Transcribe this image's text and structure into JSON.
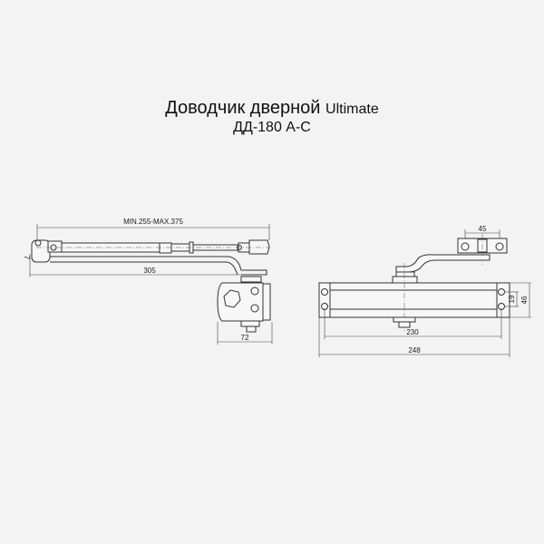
{
  "title": {
    "main": "Доводчик дверной",
    "model_name": "Ultimate",
    "model_code": "ДД-180 А-С"
  },
  "left_view": {
    "arm_length": "MIN.255-MAX.375",
    "total_length": "305",
    "thickness": "7",
    "pinion_width": "72"
  },
  "right_view": {
    "bracket_holes": "45",
    "hole_spacing": "230",
    "body_length": "248",
    "hole_vertical": "19",
    "body_height": "46"
  }
}
